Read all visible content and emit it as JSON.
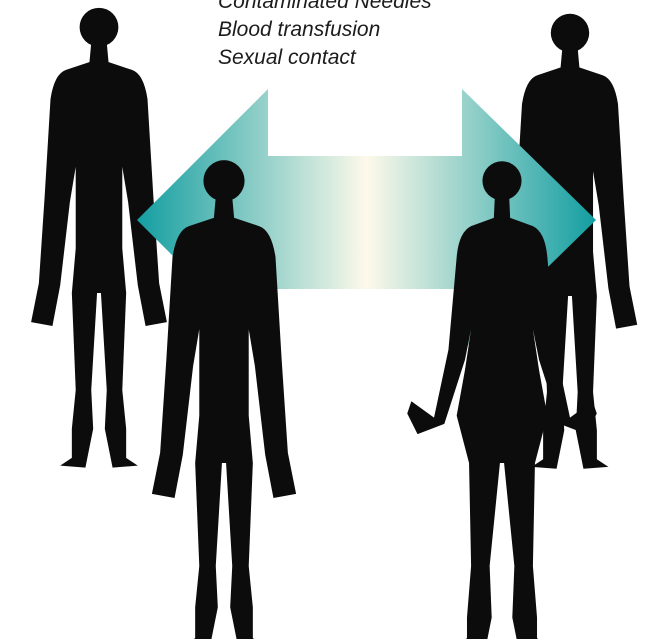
{
  "transmission_routes": [
    "Contaminated Needles",
    "Blood transfusion",
    "Sexual contact"
  ],
  "colors": {
    "arrow_teal": "#139ea1",
    "arrow_center": "#fdf9ea",
    "silhouette": "#0d0c0c",
    "text": "#1c1c1c",
    "background": "#ffffff"
  },
  "figures": [
    "man-back-left",
    "man-back-right",
    "man-front-left",
    "woman-front-right"
  ],
  "arrow": "double-headed horizontal arrow"
}
